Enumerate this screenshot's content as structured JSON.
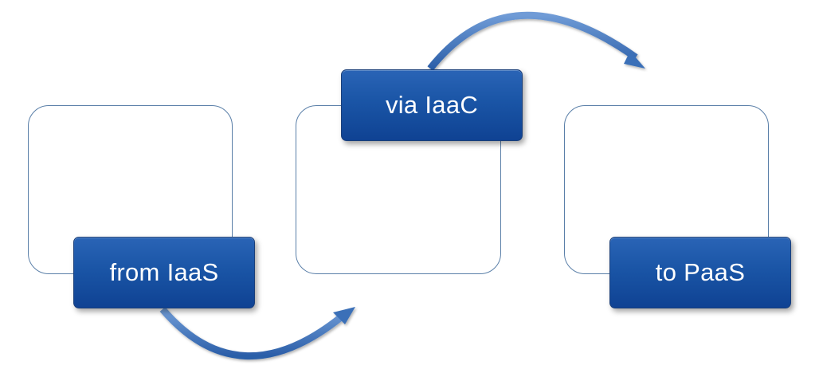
{
  "steps": {
    "from": {
      "label": "from IaaS"
    },
    "via": {
      "label": "via IaaC"
    },
    "to": {
      "label": "to PaaS"
    }
  },
  "colors": {
    "box_fill": "#1a55a6",
    "box_border": "#1a3f7a",
    "frame_border": "#5a7fa8",
    "arrow": "#3a6fb8",
    "label_text": "#ffffff"
  }
}
